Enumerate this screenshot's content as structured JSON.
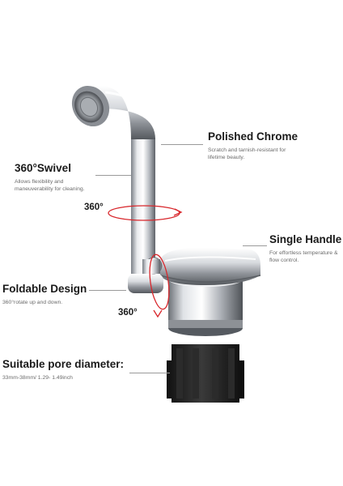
{
  "features": {
    "polished_chrome": {
      "title": "Polished Chrome",
      "desc": "Scratch and tarnish-resistant for lifetime beauty."
    },
    "swivel": {
      "title": "360°Swivel",
      "desc": "Allows flexibility and maneuverability for cleaning."
    },
    "single_handle": {
      "title": "Single Handle",
      "desc": "For effortless temperature & flow control."
    },
    "foldable": {
      "title": "Foldable Design",
      "desc": "360°rotate up and down."
    },
    "pore": {
      "title": "Suitable pore diameter:",
      "desc": "33mm-38mm/ 1.29- 1.49inch"
    }
  },
  "rotation_labels": {
    "swivel": "360°",
    "fold": "360°"
  },
  "colors": {
    "chrome_light": "#f4f5f7",
    "chrome_dark": "#6e7278",
    "base_black": "#1e1e1e",
    "arrow_red": "#d8262b",
    "leader_gray": "#9a9a9a"
  }
}
